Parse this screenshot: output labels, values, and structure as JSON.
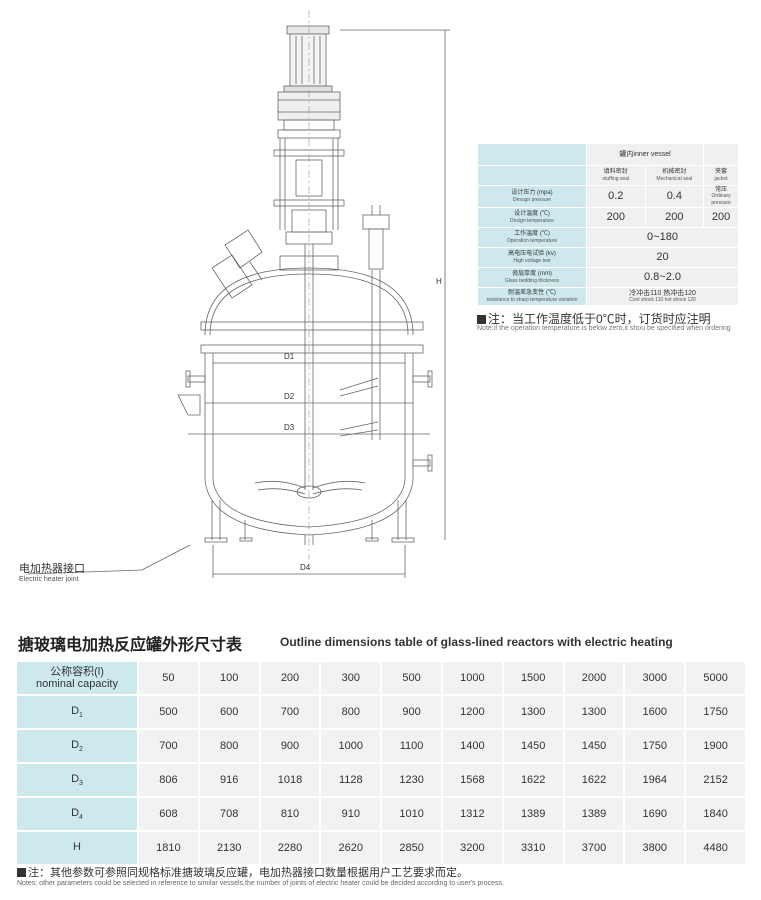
{
  "drawing": {
    "labels": {
      "d1": "D1",
      "d2": "D2",
      "d3": "D3",
      "d4": "D4",
      "h": "H"
    },
    "heater_joint_cn": "电加热器接口",
    "heater_joint_en": "Electric heater joint"
  },
  "spec": {
    "header": "罐内inner vessel",
    "col_stuffing_cn": "填料密封",
    "col_stuffing_en": "stuffing seal",
    "col_mech_cn": "机械密封",
    "col_mech_en": "Mechanical seal",
    "col_jacket_cn": "夹套",
    "col_jacket_en": "jacket",
    "rows": {
      "pressure": {
        "cn": "设计压力 (mpa)",
        "en": "Desugn pressure",
        "v1": "0.2",
        "v2": "0.4",
        "v3_cn": "常压",
        "v3_en": "Ordinary pressure"
      },
      "design_temp": {
        "cn": "设计温度 (℃)",
        "en": "Design temperature",
        "v1": "200",
        "v2": "200",
        "v3": "200"
      },
      "op_temp": {
        "cn": "工作温度 (℃)",
        "en": "Operation temperature",
        "v": "0~180"
      },
      "hv_test": {
        "cn": "高电压电试验 (kv)",
        "en": "High voltage test",
        "v": "20"
      },
      "thickness": {
        "cn": "瓷层厚度 (mm)",
        "en": "Glass bedding thickness",
        "v": "0.8~2.0"
      },
      "shock": {
        "cn": "耐温差急变性 (℃)",
        "en": "resistance to sharp temperature variation",
        "v_cn": "冷冲击110  热冲击120",
        "v_en": "Cool shock 110 hot shock 120"
      }
    },
    "note_cn": "注：当工作温度低于0℃时，订货时应注明",
    "note_en": "Note:if the operation temperature is below zero,it shou be specified when ordering"
  },
  "dims": {
    "title_cn": "搪玻璃电加热反应罐外形尺寸表",
    "title_en": "Outline dimensions table of glass-lined reactors with electric heating",
    "cap_cn": "公称容积(l)",
    "cap_en": "nominal capacity",
    "capacities": [
      "50",
      "100",
      "200",
      "300",
      "500",
      "1000",
      "1500",
      "2000",
      "3000",
      "5000"
    ],
    "rows": [
      {
        "label": "D",
        "sub": "1",
        "values": [
          "500",
          "600",
          "700",
          "800",
          "900",
          "1200",
          "1300",
          "1300",
          "1600",
          "1750"
        ]
      },
      {
        "label": "D",
        "sub": "2",
        "values": [
          "700",
          "800",
          "900",
          "1000",
          "1100",
          "1400",
          "1450",
          "1450",
          "1750",
          "1900"
        ]
      },
      {
        "label": "D",
        "sub": "3",
        "values": [
          "806",
          "916",
          "1018",
          "1128",
          "1230",
          "1568",
          "1622",
          "1622",
          "1964",
          "2152"
        ]
      },
      {
        "label": "D",
        "sub": "4",
        "values": [
          "608",
          "708",
          "810",
          "910",
          "1010",
          "1312",
          "1389",
          "1389",
          "1690",
          "1840"
        ]
      },
      {
        "label": "H",
        "sub": "",
        "values": [
          "1810",
          "2130",
          "2280",
          "2620",
          "2850",
          "3200",
          "3310",
          "3700",
          "3800",
          "4480"
        ]
      }
    ],
    "note_cn": "注：其他参数可参照同规格标准搪玻璃反应罐，电加热器接口数量根据用户工艺要求而定。",
    "note_en": "Notes: other parameters could be selected in reference to similar vessels,the number of joints of electric heater could be decided according to user's process."
  }
}
